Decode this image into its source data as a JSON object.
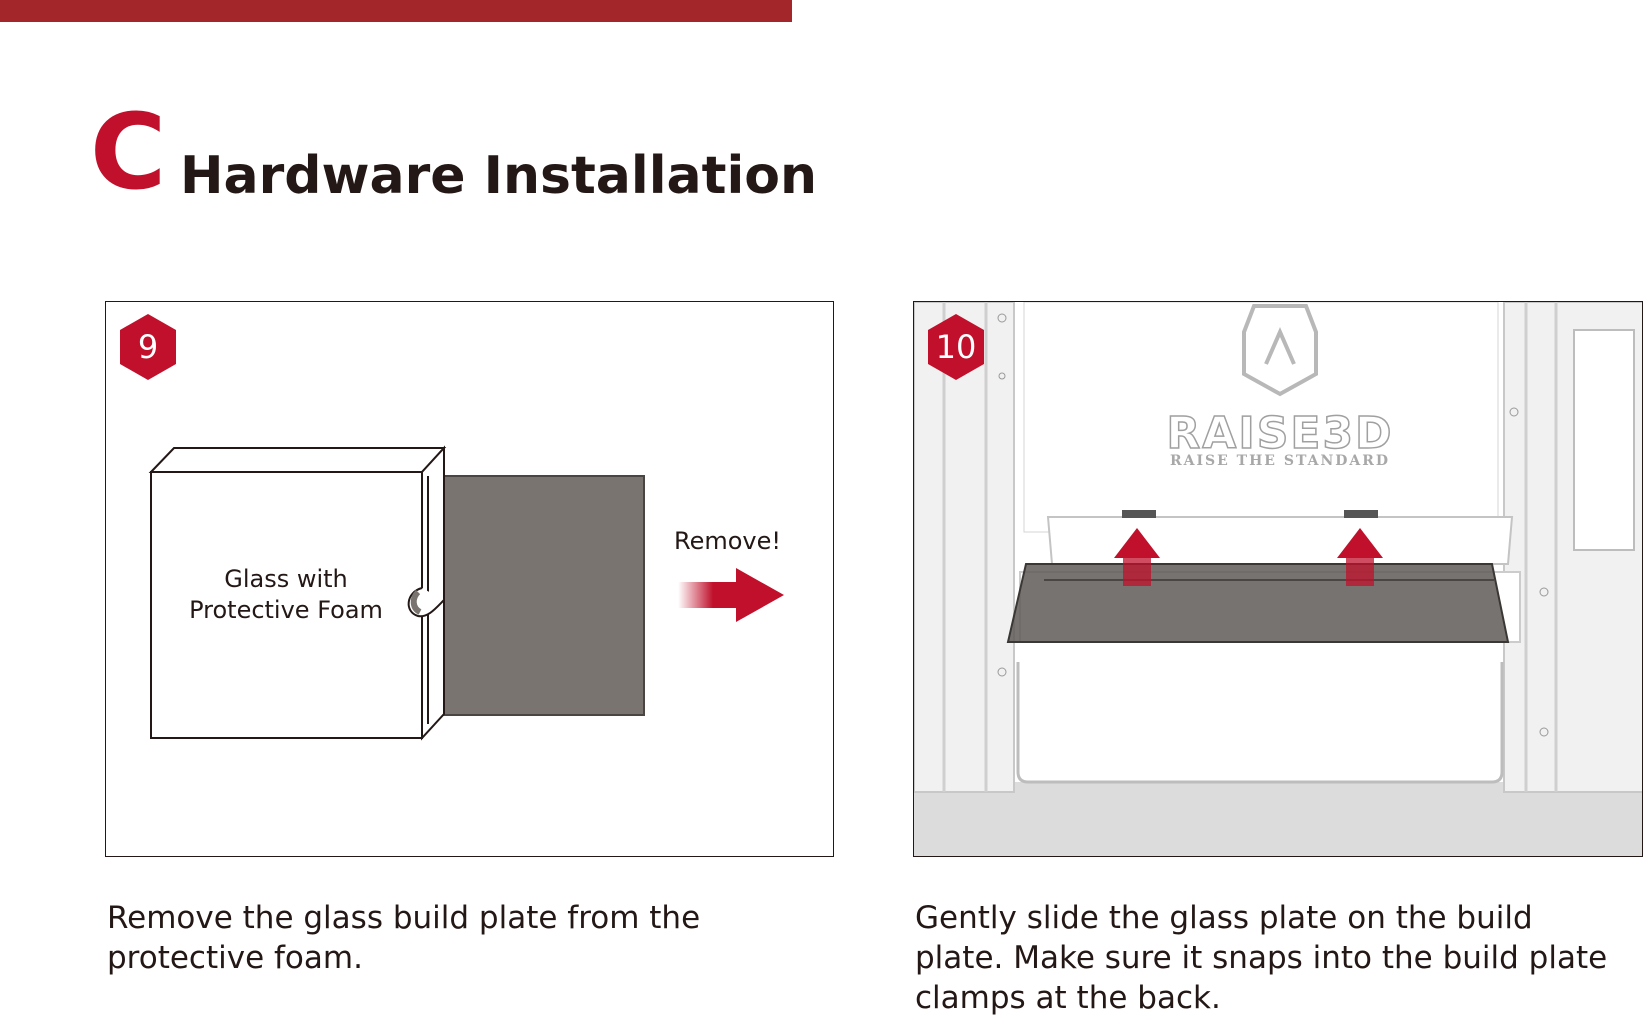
{
  "section": {
    "letter": "C",
    "title": "Hardware Installation"
  },
  "steps": [
    {
      "number": "9",
      "labels": {
        "glass_line1": "Glass with",
        "glass_line2": "Protective Foam",
        "remove": "Remove!"
      },
      "caption": "Remove the glass build plate from the protective foam."
    },
    {
      "number": "10",
      "labels": {
        "brand": "RAISE3D",
        "tagline": "RAISE THE STANDARD"
      },
      "caption": "Gently slide the glass plate on the build plate. Make sure it snaps into the build plate clamps at the back."
    }
  ],
  "colors": {
    "accent": "#c0102b",
    "top_bar": "#a3262a",
    "glass": "#7a7470",
    "text": "#231815"
  },
  "icons": {
    "step_badge": "hexagon-badge",
    "remove_arrow": "arrow-right-icon",
    "insert_arrow": "arrow-up-icon"
  }
}
